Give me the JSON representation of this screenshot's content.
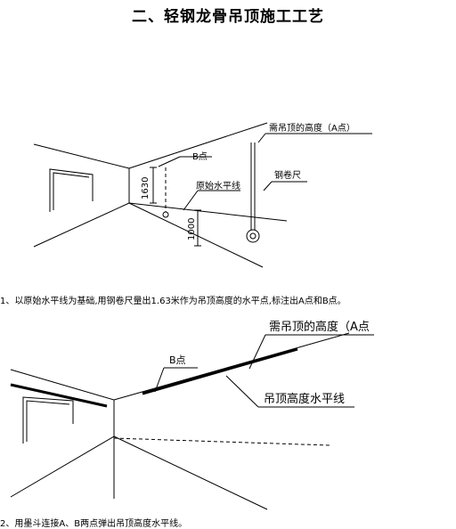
{
  "title": "二、轻钢龙骨吊顶施工工艺",
  "figure1": {
    "label_ceiling_height": "需吊顶的高度（A点）",
    "label_b_point": "B点",
    "label_original_level": "原始水平线",
    "label_steel_tape": "钢卷尺",
    "dim_1630": "1630",
    "dim_1000": "1000",
    "caption": "1、以原始水平线为基础,用钢卷尺量出1.63米作为吊顶高度的水平点,标注出A点和B点。"
  },
  "figure2": {
    "label_ceiling_height": "需吊顶的高度（A点",
    "label_b_point": "B点",
    "label_ceiling_level": "吊顶高度水平线",
    "caption": "2、用墨斗连接A、B两点弹出吊顶高度水平线。"
  }
}
